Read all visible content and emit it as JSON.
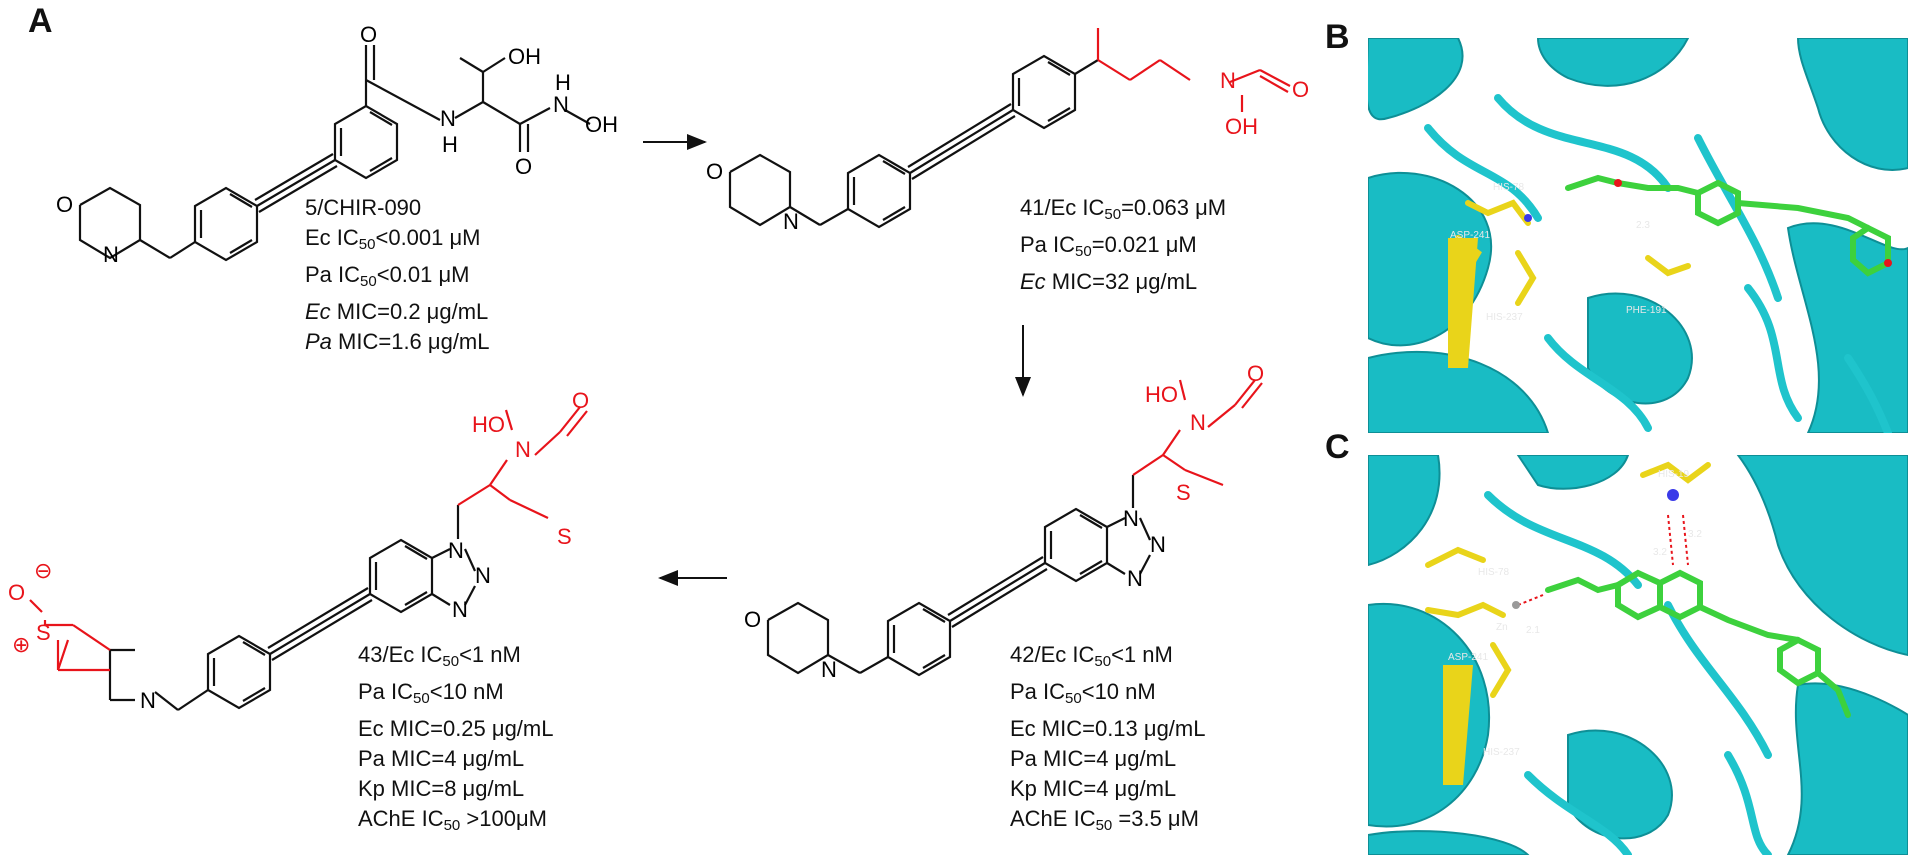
{
  "panels": {
    "a": "A",
    "b": "B",
    "c": "C"
  },
  "atoms": {
    "o": "O",
    "n": "N",
    "s": "S",
    "h": "H",
    "oh": "OH",
    "ho": "HO",
    "minus": "⊖",
    "plus": "⊕"
  },
  "compound5": {
    "name": "5/CHIR-090",
    "ec_ic50_prefix": "Ec IC",
    "ec_ic50_sub": "50",
    "ec_ic50_val": "<0.001 μM",
    "pa_ic50_prefix": "Pa IC",
    "pa_ic50_sub": "50",
    "pa_ic50_val": "<0.01 μM",
    "ec_mic_org": "Ec",
    "ec_mic_val": " MIC=0.2 μg/mL",
    "pa_mic_org": "Pa",
    "pa_mic_val": " MIC=1.6 μg/mL"
  },
  "compound41": {
    "ec_ic50_prefix": "41/Ec IC",
    "ec_ic50_sub": "50",
    "ec_ic50_val": "=0.063 μM",
    "pa_ic50_prefix": "Pa IC",
    "pa_ic50_sub": "50",
    "pa_ic50_val": "=0.021 μM",
    "ec_mic_org": "Ec",
    "ec_mic_val": " MIC=32 μg/mL"
  },
  "compound42": {
    "ec_ic50_prefix": "42/Ec IC",
    "ec_ic50_sub": "50",
    "ec_ic50_val": "<1 nM",
    "pa_ic50_prefix": "Pa IC",
    "pa_ic50_sub": "50",
    "pa_ic50_val": "<10 nM",
    "ec_mic": "Ec MIC=0.13 μg/mL",
    "pa_mic": "Pa MIC=4 μg/mL",
    "kp_mic": "Kp MIC=4 μg/mL",
    "ache_prefix": "AChE IC",
    "ache_sub": "50",
    "ache_val": " =3.5 μM"
  },
  "compound43": {
    "ec_ic50_prefix": "43/Ec IC",
    "ec_ic50_sub": "50",
    "ec_ic50_val": "<1 nM",
    "pa_ic50_prefix": "Pa IC",
    "pa_ic50_sub": "50",
    "pa_ic50_val": "<10 nM",
    "ec_mic": "Ec MIC=0.25 μg/mL",
    "pa_mic": "Pa MIC=4 μg/mL",
    "kp_mic": "Kp MIC=8 μg/mL",
    "ache_prefix": "AChE IC",
    "ache_sub": "50",
    "ache_val": " >100μM"
  },
  "panel_b_labels": {
    "his": "HIS-78",
    "asp": "ASP-241",
    "his237": "HIS-237",
    "phe": "PHE-191",
    "dist": "2.3"
  },
  "panel_c_labels": {
    "his19": "HIS-19",
    "his78": "HIS-78",
    "asp": "ASP-241",
    "his237": "HIS-237",
    "zn": "Zn",
    "d1": "2.1",
    "d2": "3.2",
    "d3": "3.2"
  },
  "colors": {
    "bond_black": "#111111",
    "highlight_red": "#e8141b",
    "protein_cyan": "#1fc4cc",
    "ligand_green": "#3dd13d",
    "residue_yellow": "#e9d41a"
  }
}
